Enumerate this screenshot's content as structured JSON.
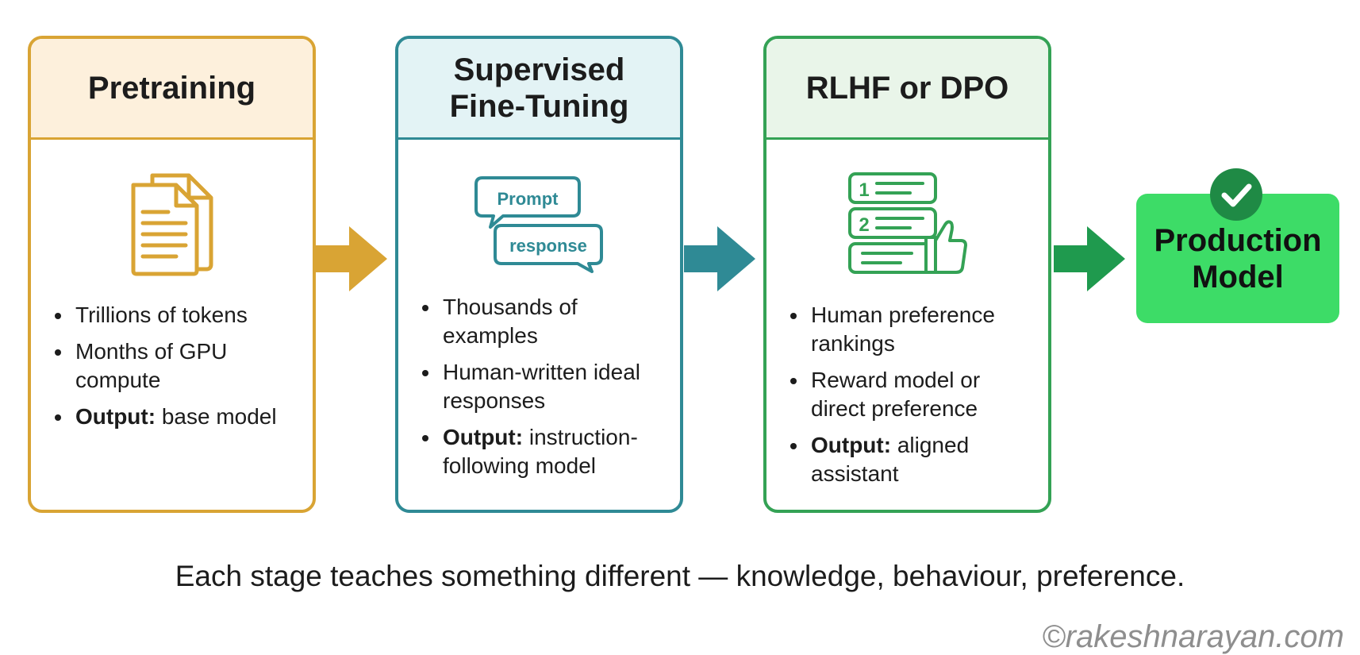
{
  "stages": [
    {
      "title_lines": [
        "Pretraining"
      ],
      "icon": "documents-icon",
      "bullets": [
        {
          "bold": "",
          "text": "Trillions of tokens"
        },
        {
          "bold": "",
          "text": "Months of GPU compute"
        },
        {
          "bold": "Output:",
          "text": " base model"
        }
      ]
    },
    {
      "title_lines": [
        "Supervised",
        "Fine-Tuning"
      ],
      "icon": "chat-bubbles-icon",
      "icon_labels": {
        "prompt": "Prompt",
        "response": "response"
      },
      "bullets": [
        {
          "bold": "",
          "text": "Thousands of examples"
        },
        {
          "bold": "",
          "text": "Human-written ideal responses"
        },
        {
          "bold": "Output:",
          "text": " instruction-following model"
        }
      ]
    },
    {
      "title_lines": [
        "RLHF or DPO"
      ],
      "icon": "ranked-list-thumbs-up-icon",
      "icon_labels": {
        "rank1": "1",
        "rank2": "2"
      },
      "bullets": [
        {
          "bold": "",
          "text": "Human preference rankings"
        },
        {
          "bold": "",
          "text": "Reward model or direct preference"
        },
        {
          "bold": "Output:",
          "text": " aligned assistant"
        }
      ]
    }
  ],
  "production": {
    "title_lines": [
      "Production",
      "Model"
    ],
    "icon": "check-circle-icon"
  },
  "caption": "Each stage teaches something different — knowledge, behaviour, preference.",
  "watermark": "©rakeshnarayan.com",
  "colors": {
    "pretraining": "#d9a434",
    "sft": "#2f8a95",
    "rlhf": "#34a255",
    "production": "#3ddc67",
    "check_badge": "#1f8a45"
  }
}
